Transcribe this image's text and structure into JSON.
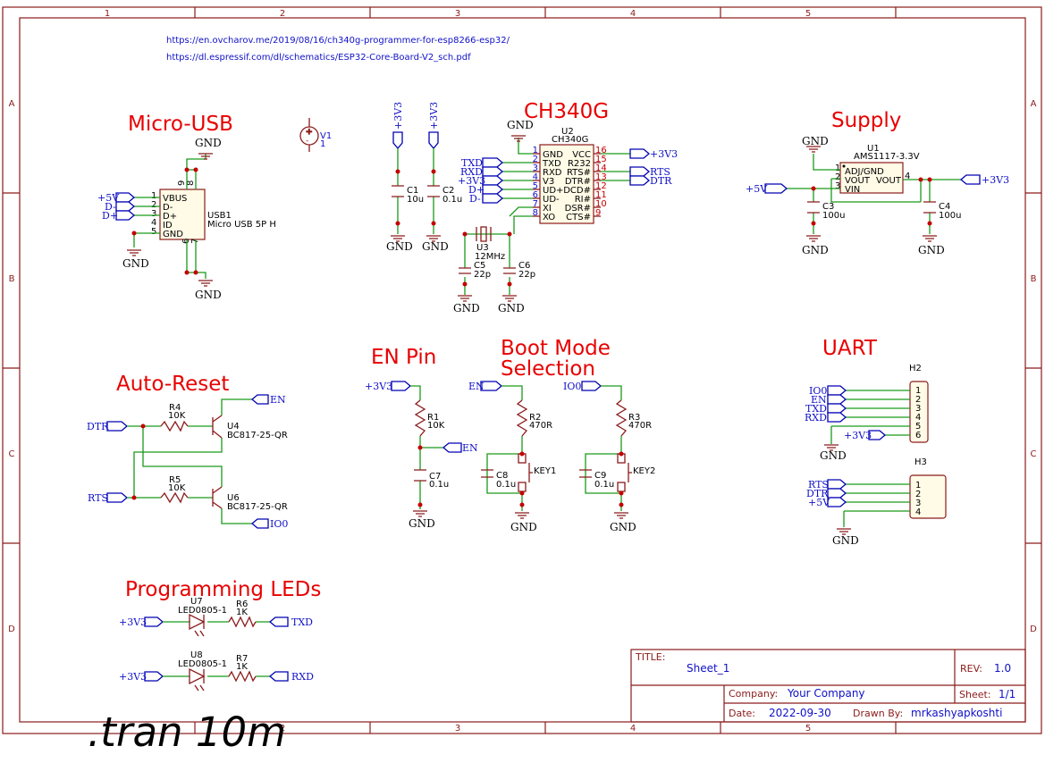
{
  "links": {
    "link1": "https://en.ovcharov.me/2019/08/16/ch340g-programmer-for-esp8266-esp32/",
    "link2": "https://dl.espressif.com/dl/schematics/ESP32-Core-Board-V2_sch.pdf"
  },
  "frame": {
    "cols": [
      "1",
      "2",
      "3",
      "4",
      "5"
    ],
    "rows": [
      "A",
      "B",
      "C",
      "D"
    ]
  },
  "sections": {
    "micro_usb": "Micro-USB",
    "ch340g": "CH340G",
    "supply": "Supply",
    "en_pin": "EN Pin",
    "boot_mode_1": "Boot Mode",
    "boot_mode_2": "Selection",
    "uart": "UART",
    "auto_reset": "Auto-Reset",
    "prog_leds": "Programming LEDs"
  },
  "components": {
    "v1": {
      "ref": "V1",
      "value": "1"
    },
    "usb1": {
      "ref": "USB1",
      "value": "Micro USB 5P H",
      "pins": [
        "VBUS",
        "D-",
        "D+",
        "ID",
        "GND"
      ],
      "pin_nums": [
        "1",
        "2",
        "3",
        "4",
        "5"
      ],
      "shield": [
        "9",
        "8",
        "6",
        "7"
      ]
    },
    "u2": {
      "ref": "U2",
      "value": "CH340G",
      "left_pins": [
        {
          "n": "1",
          "name": "GND"
        },
        {
          "n": "2",
          "name": "TXD"
        },
        {
          "n": "3",
          "name": "RXD"
        },
        {
          "n": "4",
          "name": "V3"
        },
        {
          "n": "5",
          "name": "UD+"
        },
        {
          "n": "6",
          "name": "UD-"
        },
        {
          "n": "7",
          "name": "XI"
        },
        {
          "n": "8",
          "name": "XO"
        }
      ],
      "right_pins": [
        {
          "n": "16",
          "name": "VCC"
        },
        {
          "n": "15",
          "name": "R232"
        },
        {
          "n": "14",
          "name": "RTS#"
        },
        {
          "n": "13",
          "name": "DTR#"
        },
        {
          "n": "12",
          "name": "DCD#"
        },
        {
          "n": "11",
          "name": "RI#"
        },
        {
          "n": "10",
          "name": "DSR#"
        },
        {
          "n": "9",
          "name": "CTS#"
        }
      ]
    },
    "u1": {
      "ref": "U1",
      "value": "AMS1117-3.3V",
      "pins": [
        {
          "n": "1",
          "name": "ADJ/GND"
        },
        {
          "n": "2",
          "name": "VOUT"
        },
        {
          "n": "3",
          "name": "VIN"
        },
        {
          "n": "4",
          "name": "VOUT"
        }
      ]
    },
    "c1": {
      "ref": "C1",
      "value": "10u"
    },
    "c2": {
      "ref": "C2",
      "value": "0.1u"
    },
    "c3": {
      "ref": "C3",
      "value": "100u"
    },
    "c4": {
      "ref": "C4",
      "value": "100u"
    },
    "c5": {
      "ref": "C5",
      "value": "22p"
    },
    "c6": {
      "ref": "C6",
      "value": "22p"
    },
    "u3": {
      "ref": "U3",
      "value": "12MHz"
    },
    "r1": {
      "ref": "R1",
      "value": "10K"
    },
    "c7": {
      "ref": "C7",
      "value": "0.1u"
    },
    "r2": {
      "ref": "R2",
      "value": "470R"
    },
    "r3": {
      "ref": "R3",
      "value": "470R"
    },
    "c8": {
      "ref": "C8",
      "value": "0.1u"
    },
    "c9": {
      "ref": "C9",
      "value": "0.1u"
    },
    "key1": {
      "ref": "KEY1"
    },
    "key2": {
      "ref": "KEY2"
    },
    "r4": {
      "ref": "R4",
      "value": "10K"
    },
    "r5": {
      "ref": "R5",
      "value": "10K"
    },
    "u4": {
      "ref": "U4",
      "value": "BC817-25-QR"
    },
    "u6": {
      "ref": "U6",
      "value": "BC817-25-QR"
    },
    "u7": {
      "ref": "U7",
      "value": "LED0805-1"
    },
    "u8": {
      "ref": "U8",
      "value": "LED0805-1"
    },
    "r6": {
      "ref": "R6",
      "value": "1K"
    },
    "r7": {
      "ref": "R7",
      "value": "1K"
    },
    "h2": {
      "ref": "H2",
      "pins": [
        "1",
        "2",
        "3",
        "4",
        "5",
        "6"
      ]
    },
    "h3": {
      "ref": "H3",
      "pins": [
        "1",
        "2",
        "3",
        "4"
      ]
    }
  },
  "nets": {
    "gnd": "GND",
    "v33": "+3V3",
    "v5": "+5V",
    "txd": "TXD",
    "rxd": "RXD",
    "dm": "D-",
    "dp": "D+",
    "rts": "RTS",
    "dtr": "DTR",
    "en": "EN",
    "io0": "IO0"
  },
  "title_block": {
    "title_label": "TITLE:",
    "title": "Sheet_1",
    "rev_label": "REV:",
    "rev": "1.0",
    "company_label": "Company:",
    "company": "Your Company",
    "sheet_label": "Sheet:",
    "sheet": "1/1",
    "date_label": "Date:",
    "date": "2022-09-30",
    "drawn_label": "Drawn By:",
    "drawn_by": "mrkashyapkoshti"
  },
  "directive": ".tran 10m",
  "colors": {
    "frame": "#8b1a1a",
    "wire": "#1a9a1a",
    "label": "#0000b4",
    "heading": "#e80000",
    "junction": "#c40000"
  }
}
